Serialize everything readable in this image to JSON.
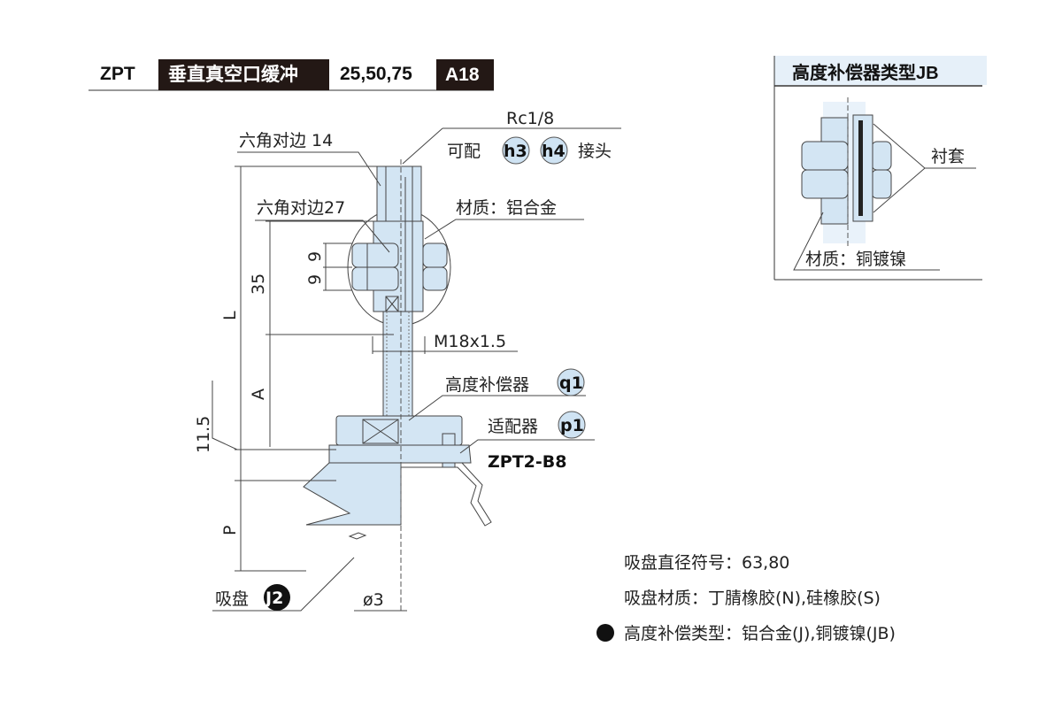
{
  "header": {
    "series": "ZPT",
    "title": "垂直真空口缓冲",
    "sizes": "25,50,75",
    "code": "A18"
  },
  "drawing": {
    "hex14": "六角对边 14",
    "port": "Rc1/8",
    "fit_prefix": "可配",
    "fit_h3": "h3",
    "fit_h4": "h4",
    "fit_suffix": "接头",
    "hex27": "六角对边27",
    "material": "材质：铝合金",
    "dim_35": "35",
    "dim_9a": "9",
    "dim_9b": "9",
    "dim_L": "L",
    "dim_A": "A",
    "thread": "M18x1.5",
    "comp_label": "高度补偿器",
    "comp_code": "q1",
    "adapter_label": "适配器",
    "adapter_code": "p1",
    "adapter_model": "ZPT2-B8",
    "dim_11_5": "11.5",
    "dim_P": "P",
    "pad_label": "吸盘",
    "pad_code": "J2",
    "dim_d3": "ø3"
  },
  "inset": {
    "title": "高度补偿器类型JB",
    "bushing": "衬套",
    "material": "材质：铜镀镍"
  },
  "notes": {
    "diameter": "吸盘直径符号：63,80",
    "pad_material": "吸盘材质：丁腈橡胶(N),硅橡胶(S)",
    "comp_type": "高度补偿类型：铝合金(J),铜镀镍(JB)"
  },
  "colors": {
    "part_fill": "#d3e5f3",
    "header_dark": "#231815"
  }
}
